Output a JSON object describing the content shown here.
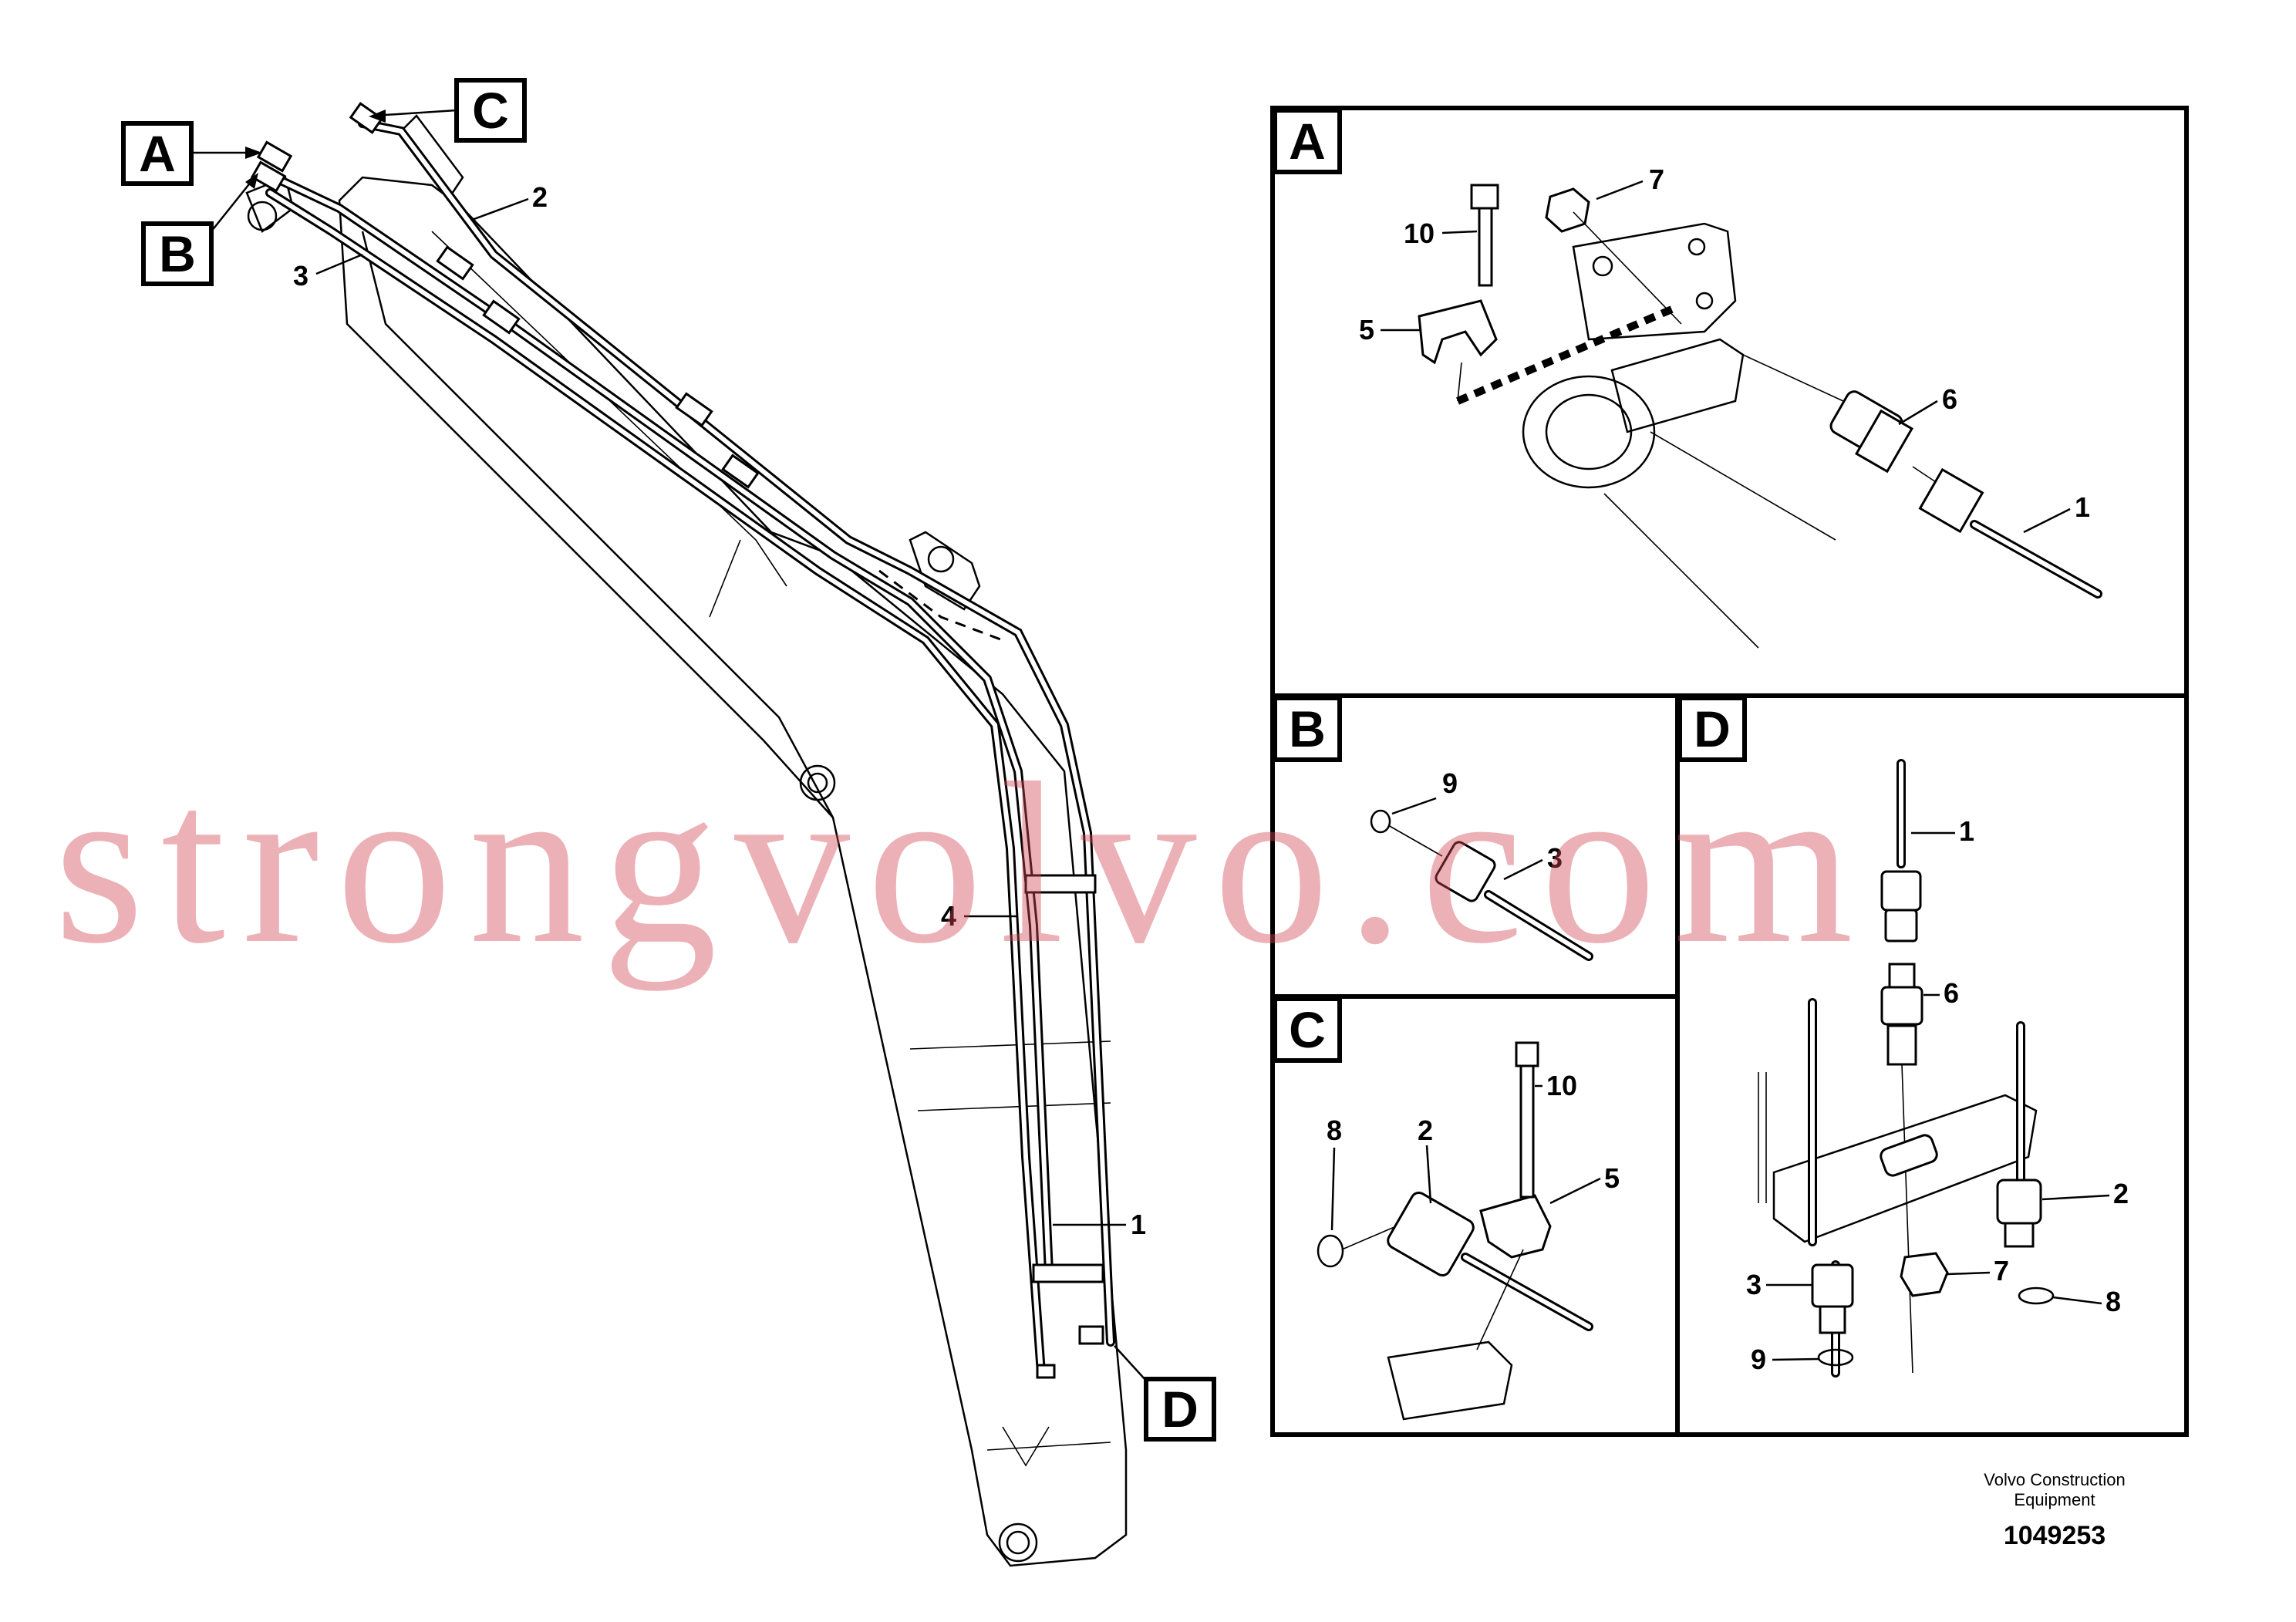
{
  "callouts": {
    "main": {
      "A": "A",
      "B": "B",
      "C": "C",
      "D": "D",
      "n1": "1",
      "n2": "2",
      "n3": "3",
      "n4": "4"
    },
    "panel_a": {
      "letter": "A",
      "n1": "1",
      "n5": "5",
      "n6": "6",
      "n7": "7",
      "n10": "10"
    },
    "panel_b": {
      "letter": "B",
      "n3": "3",
      "n9": "9"
    },
    "panel_c": {
      "letter": "C",
      "n2": "2",
      "n5": "5",
      "n8": "8",
      "n10": "10"
    },
    "panel_d": {
      "letter": "D",
      "n1": "1",
      "n2": "2",
      "n3": "3",
      "n6": "6",
      "n7": "7",
      "n8": "8",
      "n9": "9"
    }
  },
  "footer": {
    "company_line1": "Volvo Construction",
    "company_line2": "Equipment",
    "drawing_number": "1049253"
  },
  "watermark": {
    "text": "strongvolvo.com",
    "color": "#d24650"
  }
}
